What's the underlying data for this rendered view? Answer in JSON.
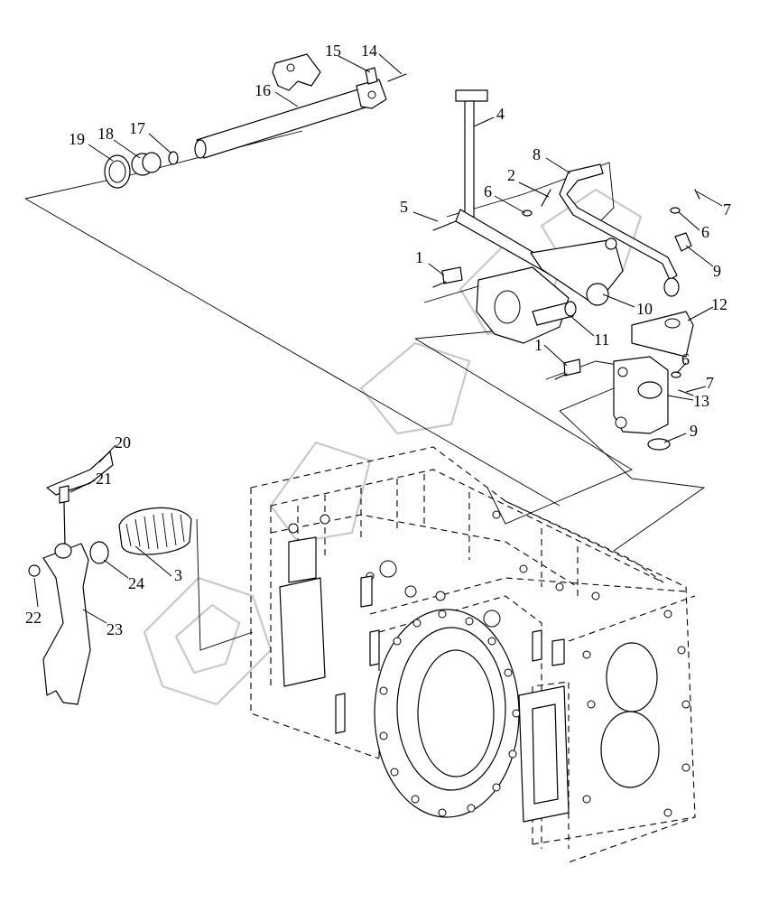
{
  "diagram": {
    "callouts": [
      {
        "id": "c1a",
        "label": "1"
      },
      {
        "id": "c1b",
        "label": "1"
      },
      {
        "id": "c2",
        "label": "2"
      },
      {
        "id": "c3",
        "label": "3"
      },
      {
        "id": "c4",
        "label": "4"
      },
      {
        "id": "c5",
        "label": "5"
      },
      {
        "id": "c6a",
        "label": "6"
      },
      {
        "id": "c6b",
        "label": "6"
      },
      {
        "id": "c6c",
        "label": "6"
      },
      {
        "id": "c7a",
        "label": "7"
      },
      {
        "id": "c7b",
        "label": "7"
      },
      {
        "id": "c8",
        "label": "8"
      },
      {
        "id": "c9a",
        "label": "9"
      },
      {
        "id": "c9b",
        "label": "9"
      },
      {
        "id": "c10",
        "label": "10"
      },
      {
        "id": "c11",
        "label": "11"
      },
      {
        "id": "c12",
        "label": "12"
      },
      {
        "id": "c13",
        "label": "13"
      },
      {
        "id": "c14",
        "label": "14"
      },
      {
        "id": "c15",
        "label": "15"
      },
      {
        "id": "c16",
        "label": "16"
      },
      {
        "id": "c17",
        "label": "17"
      },
      {
        "id": "c18",
        "label": "18"
      },
      {
        "id": "c19",
        "label": "19"
      },
      {
        "id": "c20",
        "label": "20"
      },
      {
        "id": "c21",
        "label": "21"
      },
      {
        "id": "c22",
        "label": "22"
      },
      {
        "id": "c23",
        "label": "23"
      },
      {
        "id": "c24",
        "label": "24"
      }
    ]
  },
  "colors": {
    "line": "#000000",
    "background": "#ffffff",
    "watermark": "#c9c9c9"
  }
}
